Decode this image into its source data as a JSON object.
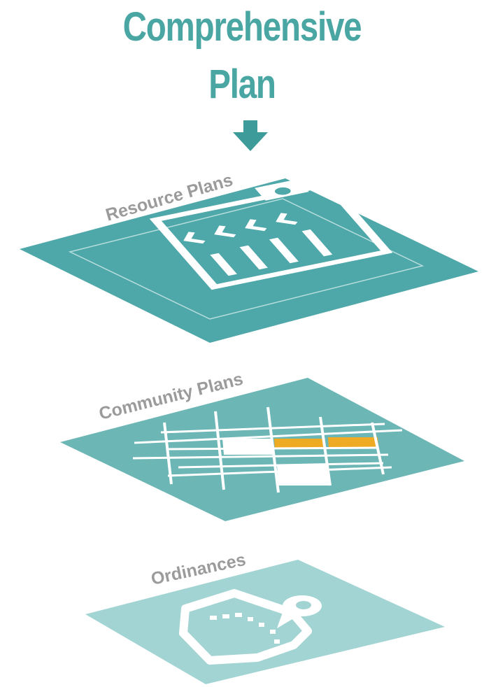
{
  "title": {
    "line1": "Comprehensive",
    "line2": "Plan"
  },
  "layers": [
    {
      "label": "Resource Plans",
      "icon": "clipboard-checklist-icon"
    },
    {
      "label": "Community Plans",
      "icon": "street-grid-icon"
    },
    {
      "label": "Ordinances",
      "icon": "parcel-map-pin-icon"
    }
  ],
  "colors": {
    "title": "#4aa6a3",
    "arrow": "#3d9c9a",
    "layer_resource": "#4ea7a8",
    "layer_community": "#6cb6b5",
    "layer_ordinance": "#a3d4d4",
    "label": "#9b9b9b",
    "highlight": "#eeaa22",
    "icon": "#ffffff"
  }
}
